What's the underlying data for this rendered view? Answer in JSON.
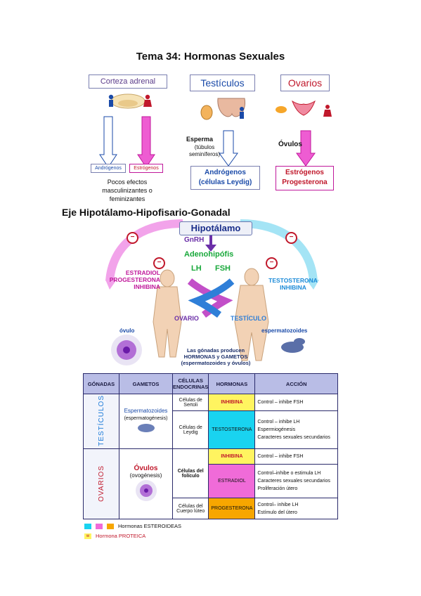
{
  "title": "Tema 34: Hormonas Sexuales",
  "top": {
    "corteza": "Corteza adrenal",
    "testiculos": "Testículos",
    "ovarios": "Ovarios",
    "androgenos_small": "Andrógenos",
    "estrogenos_small": "Estrógenos",
    "pocos_efectos": "Pocos efectos masculinizantes o feminizantes",
    "esperma": "Esperma",
    "tubulos": "(túbulos seminíferos)",
    "androgenos_leydig_1": "Andrógenos",
    "androgenos_leydig_2": "(células Leydig)",
    "ovulos": "Óvulos",
    "estrogenos_2": "Estrógenos",
    "progesterona": "Progesterona"
  },
  "eje": {
    "heading": "Eje Hipotálamo-Hipofisario-Gonadal",
    "hipotalamo": "Hipotálamo",
    "gnrh": "GnRH",
    "adenohipofisis": "Adenohipófis",
    "lh": "LH",
    "fsh": "FSH",
    "left_hormones": [
      "ESTRADIOL",
      "PROGESTERONA",
      "INHIBINA"
    ],
    "right_hormones": [
      "TESTOSTERONA",
      "INHIBINA"
    ],
    "ovario": "OVARIO",
    "testiculo": "TESTÍCULO",
    "ovulo": "óvulo",
    "espermatozoides": "espermatozoides",
    "caption": "Las gónadas producen HORMONAS y GAMETOS (espermatozoides y óvulos)",
    "minus": "−"
  },
  "table": {
    "headers": [
      "GÓNADAS",
      "GAMETOS",
      "CÉLULAS ENDOCRINAS",
      "HORMONAS",
      "ACCIÓN"
    ],
    "testiculos": {
      "label": "TESTÍCULOS",
      "gamete": "Espermatozoides",
      "gamete_sub": "(espermatogénesis)",
      "cell1": "Células de Sertoli",
      "hormone1": "INHIBINA",
      "action1": "Control – inhibe FSH",
      "cell2": "Células de Leydig",
      "hormone2": "TESTOSTERONA",
      "action2": [
        "Control – inhibe LH",
        "Espermiogénesis",
        "Caracteres sexuales secundarios"
      ]
    },
    "ovarios": {
      "label": "OVARIOS",
      "gamete": "Óvulos",
      "gamete_sub": "(ovogénesis)",
      "cell1": "Células del folículo",
      "hormone1": "INHIBINA",
      "action1": "Control – inhibe FSH",
      "hormone2": "ESTRADIOL",
      "action2": [
        "Control–inhibe o estimula LH",
        "Caracteres sexuales secundarios",
        "Proliferación útero"
      ],
      "cell2": "Células del Cuerpo lúteo",
      "hormone3": "PROGESTERONA",
      "action3": [
        "Control– inhibe LH",
        "Estímulo del útero"
      ]
    },
    "legend1": "Hormonas ESTEROIDEAS",
    "legend2": "Hormona PROTEICA",
    "legend_w": "w",
    "asterisk": "*"
  },
  "colors": {
    "blue": "#1a4aa8",
    "red": "#c0182b",
    "green": "#18a83a",
    "purple": "#6b2fa8",
    "cyan": "#19d3f0",
    "pink": "#f06bd8",
    "orange": "#f7a600",
    "yellow": "#fff460"
  }
}
